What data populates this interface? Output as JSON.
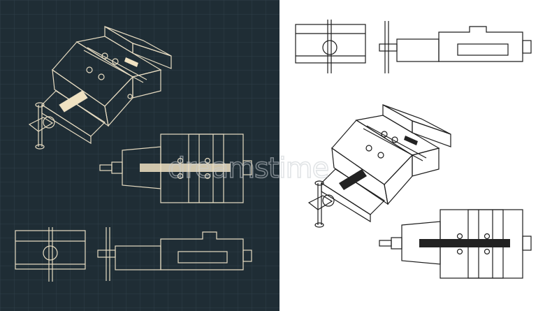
{
  "watermark": {
    "text": "dreamstime"
  },
  "colors": {
    "dark_background": "#1f2d35",
    "dark_grid": "#2f4049",
    "dark_line": "#e7dcc2",
    "accent_fill": "#f0e2c2",
    "light_background": "#ffffff",
    "light_line": "#1c1c1c",
    "dark_fill": "#222222"
  },
  "icons": [
    "vise-isometric-drawing",
    "vise-top-view-drawing",
    "vise-front-view-drawing",
    "vise-side-view-drawing"
  ]
}
